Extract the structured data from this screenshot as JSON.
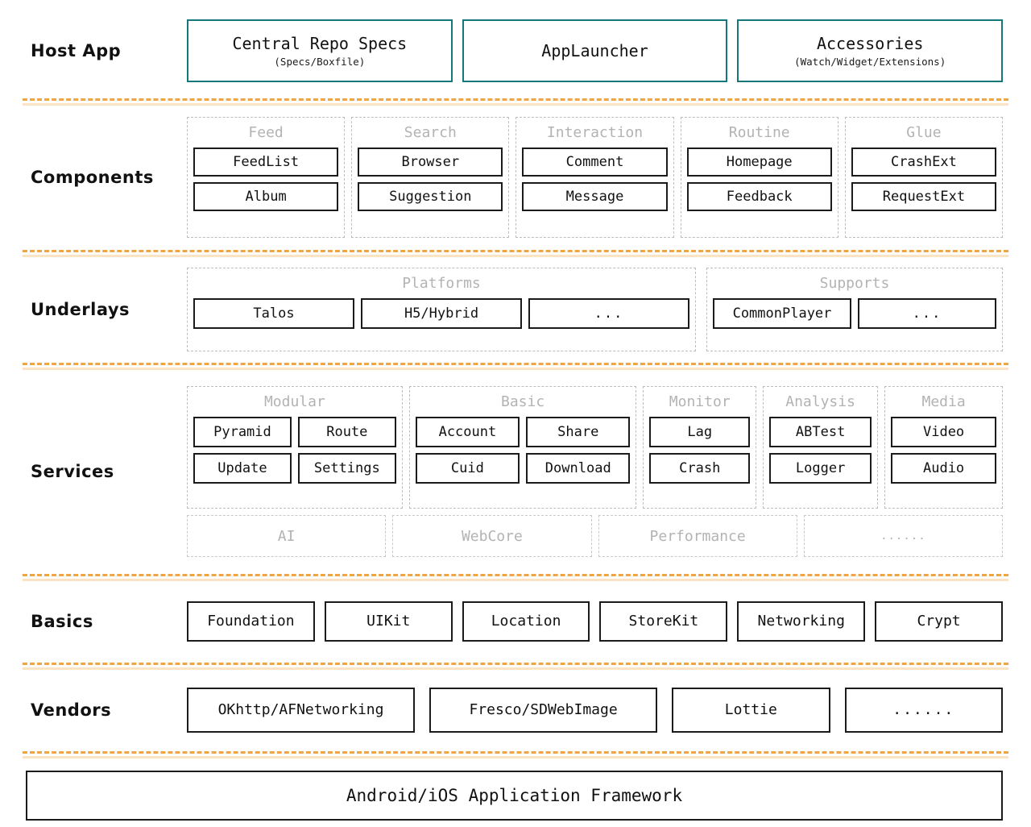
{
  "colors": {
    "accent_teal": "#17787b",
    "divider_dash": "#f0a545",
    "divider_solid": "#fbe3c4",
    "box_border": "#1b1b1b",
    "group_border": "#bdbdbd",
    "muted_text": "#b3b3b3"
  },
  "layers": {
    "host_app": {
      "label": "Host App",
      "boxes": [
        {
          "title": "Central Repo Specs",
          "subtitle": "(Specs/Boxfile)"
        },
        {
          "title": "AppLauncher",
          "subtitle": ""
        },
        {
          "title": "Accessories",
          "subtitle": "(Watch/Widget/Extensions)"
        }
      ]
    },
    "components": {
      "label": "Components",
      "groups": [
        {
          "title": "Feed",
          "items": [
            "FeedList",
            "Album"
          ]
        },
        {
          "title": "Search",
          "items": [
            "Browser",
            "Suggestion"
          ]
        },
        {
          "title": "Interaction",
          "items": [
            "Comment",
            "Message"
          ]
        },
        {
          "title": "Routine",
          "items": [
            "Homepage",
            "Feedback"
          ]
        },
        {
          "title": "Glue",
          "items": [
            "CrashExt",
            "RequestExt"
          ]
        }
      ]
    },
    "underlays": {
      "label": "Underlays",
      "groups": [
        {
          "title": "Platforms",
          "items": [
            "Talos",
            "H5/Hybrid",
            "..."
          ]
        },
        {
          "title": "Supports",
          "items": [
            "CommonPlayer",
            "..."
          ]
        }
      ]
    },
    "services": {
      "label": "Services",
      "groups": [
        {
          "title": "Modular",
          "row1": [
            "Pyramid",
            "Route"
          ],
          "row2": [
            "Update",
            "Settings"
          ]
        },
        {
          "title": "Basic",
          "row1": [
            "Account",
            "Share"
          ],
          "row2": [
            "Cuid",
            "Download"
          ]
        },
        {
          "title": "Monitor",
          "row1": [
            "Lag"
          ],
          "row2": [
            "Crash"
          ]
        },
        {
          "title": "Analysis",
          "row1": [
            "ABTest"
          ],
          "row2": [
            "Logger"
          ]
        },
        {
          "title": "Media",
          "row1": [
            "Video"
          ],
          "row2": [
            "Audio"
          ]
        }
      ],
      "ghost_row": [
        "AI",
        "WebCore",
        "Performance",
        "......"
      ]
    },
    "basics": {
      "label": "Basics",
      "items": [
        "Foundation",
        "UIKit",
        "Location",
        "StoreKit",
        "Networking",
        "Crypt"
      ]
    },
    "vendors": {
      "label": "Vendors",
      "items": [
        "OKhttp/AFNetworking",
        "Fresco/SDWebImage",
        "Lottie",
        "......"
      ]
    },
    "footer": {
      "label": "Android/iOS Application Framework"
    }
  }
}
